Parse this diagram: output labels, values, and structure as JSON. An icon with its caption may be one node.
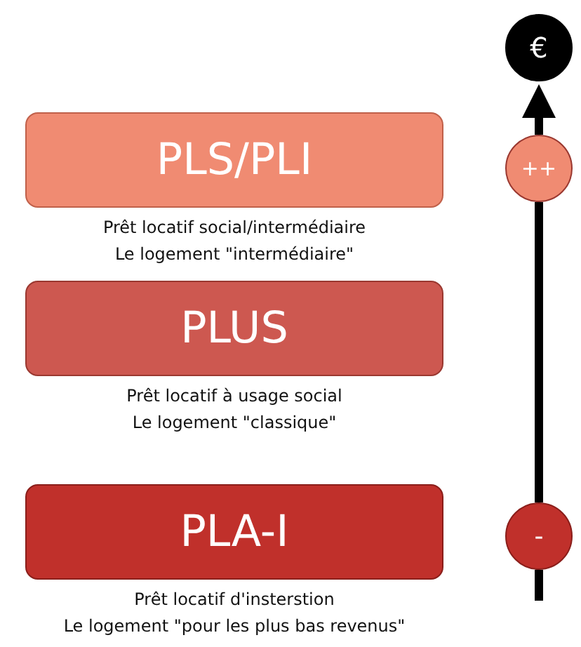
{
  "diagram": {
    "nodes": [
      {
        "text": [
          "PLS/PLI"
        ],
        "beside": [
          "Prêt locatif social/intermédiaire",
          "Le logement \"intermédiaire\""
        ]
      },
      {
        "text": [
          "PLUS"
        ],
        "beside": [
          "Prêt locatif à usage social",
          "Le logement \"classique\""
        ]
      },
      {
        "text": [
          "PLA-I"
        ],
        "beside": [
          "Prêt locatif d'insterstion",
          "Le logement \"pour les plus bas revenus\""
        ]
      },
      {
        "text": [
          "€"
        ]
      },
      {
        "text": [
          "++"
        ]
      },
      {
        "text": [
          "-"
        ]
      }
    ],
    "edges": [
      {
        "from": null,
        "to": 5,
        "arrow": "none"
      },
      {
        "from": 5,
        "to": 4,
        "arrow": "none"
      },
      {
        "from": 4,
        "to": 3,
        "arrow": "to"
      }
    ]
  }
}
